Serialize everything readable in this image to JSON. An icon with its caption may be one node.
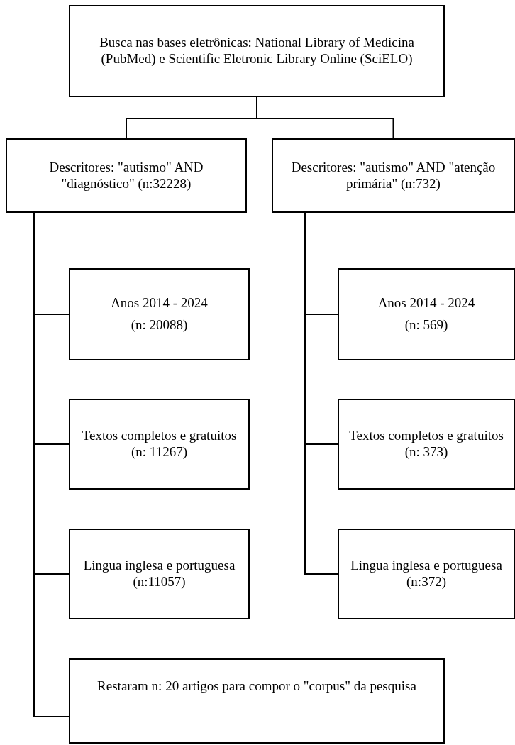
{
  "diagram": {
    "nodes": [
      {
        "text": [
          "Busca nas bases eletrônicas: National Library of Medicina (PubMed)  e Scientific Eletronic Library Online (SciELO)"
        ]
      },
      {
        "text": [
          "Descritores: \"autismo\" AND \"diagnóstico\" (n:32228)"
        ]
      },
      {
        "text": [
          "Descritores: \"autismo\" AND \"atenção primária\" (n:732)"
        ]
      },
      {
        "text": [
          "Anos 2014 - 2024",
          "(n: 20088)"
        ]
      },
      {
        "text": [
          "Anos 2014 - 2024",
          "(n: 569)"
        ]
      },
      {
        "text": [
          "Textos completos e gratuitos (n: 11267)"
        ]
      },
      {
        "text": [
          "Textos completos e gratuitos (n: 373)"
        ]
      },
      {
        "text": [
          "Lingua inglesa e portuguesa (n:11057)"
        ]
      },
      {
        "text": [
          "Lingua inglesa e portuguesa (n:372)"
        ]
      },
      {
        "text": [
          "Restaram n: 20 artigos para compor o \"corpus\" da pesquisa"
        ]
      }
    ],
    "edges": [
      {
        "from": 0,
        "to": 1,
        "arrow": "none"
      },
      {
        "from": 0,
        "to": 2,
        "arrow": "none"
      },
      {
        "from": 1,
        "to": 3,
        "arrow": "none"
      },
      {
        "from": 1,
        "to": 5,
        "arrow": "none"
      },
      {
        "from": 1,
        "to": 7,
        "arrow": "none"
      },
      {
        "from": 1,
        "to": 9,
        "arrow": "none"
      },
      {
        "from": 2,
        "to": 4,
        "arrow": "none"
      },
      {
        "from": 2,
        "to": 6,
        "arrow": "none"
      },
      {
        "from": 2,
        "to": 8,
        "arrow": "none"
      }
    ]
  }
}
